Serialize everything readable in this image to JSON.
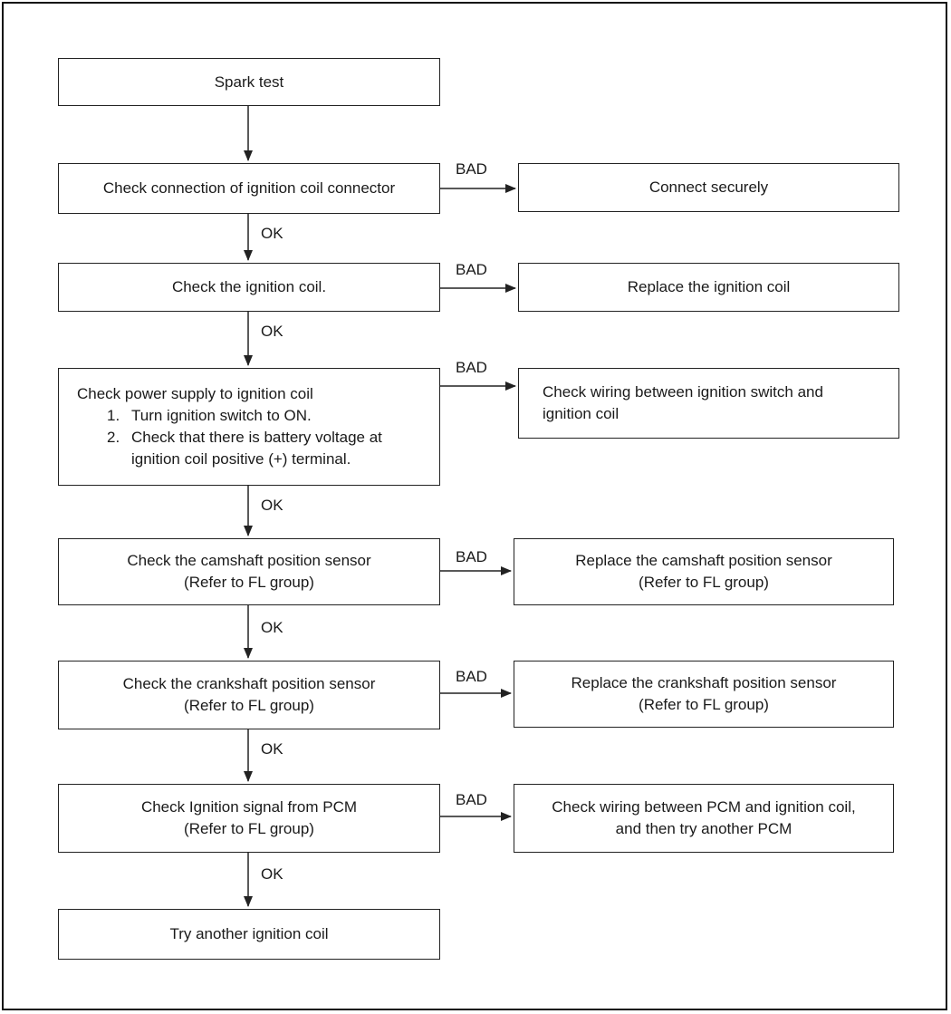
{
  "nodes": {
    "spark_test": {
      "lines": [
        "Spark test"
      ]
    },
    "check_connector": {
      "lines": [
        "Check connection of ignition coil connector"
      ]
    },
    "connect_securely": {
      "lines": [
        "Connect securely"
      ]
    },
    "check_coil": {
      "lines": [
        "Check the ignition coil."
      ]
    },
    "replace_coil": {
      "lines": [
        "Replace the ignition coil"
      ]
    },
    "check_power": {
      "title": "Check power supply to ignition coil",
      "steps": [
        {
          "num": "1.",
          "text": "Turn ignition switch to ON."
        },
        {
          "num": "2.",
          "text": "Check that there is battery voltage at"
        }
      ],
      "continuation": "ignition coil positive (+) terminal."
    },
    "check_wiring_switch": {
      "lines": [
        "Check wiring between ignition switch and",
        "ignition coil"
      ]
    },
    "check_camshaft": {
      "lines": [
        "Check the camshaft position sensor",
        "(Refer to FL group)"
      ]
    },
    "replace_camshaft": {
      "lines": [
        "Replace the camshaft position sensor",
        "(Refer to FL group)"
      ]
    },
    "check_crankshaft": {
      "lines": [
        "Check the crankshaft position sensor",
        "(Refer to FL group)"
      ]
    },
    "replace_crankshaft": {
      "lines": [
        "Replace the crankshaft position sensor",
        "(Refer to FL group)"
      ]
    },
    "check_pcm_signal": {
      "lines": [
        "Check Ignition signal from PCM",
        "(Refer to FL group)"
      ]
    },
    "check_wiring_pcm": {
      "lines": [
        "Check wiring between PCM and ignition coil,",
        "and then try another PCM"
      ]
    },
    "try_another_coil": {
      "lines": [
        "Try another ignition coil"
      ]
    }
  },
  "edge_labels": {
    "ok": "OK",
    "bad": "BAD"
  }
}
